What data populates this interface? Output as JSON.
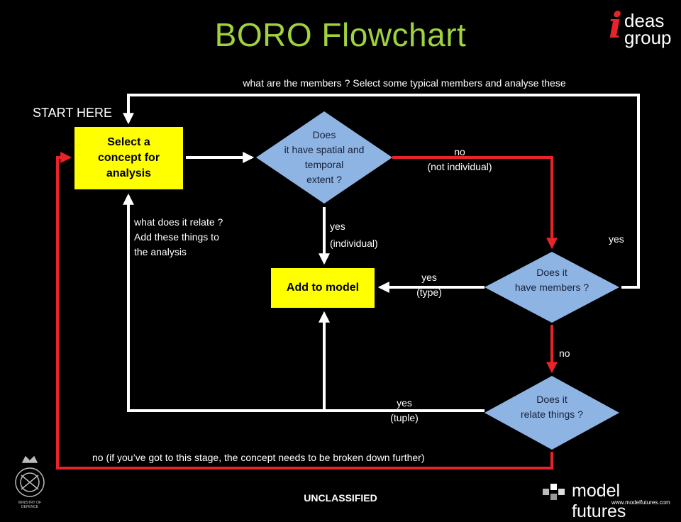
{
  "title": "BORO Flowchart",
  "start_label": "START HERE",
  "nodes": {
    "select_concept": "Select a concept for analysis",
    "add_to_model": "Add to model",
    "spatial_question": [
      "Does",
      "it have spatial and",
      "temporal",
      "extent ?"
    ],
    "members_question": [
      "Does it",
      "have members ?"
    ],
    "relate_question": [
      "Does it",
      "relate things ?"
    ]
  },
  "edges": {
    "members_loop": "what are the members ? Select some typical members and analyse these",
    "relate_loop": [
      "what does it relate ?",
      "Add these things to",
      "the analysis"
    ],
    "no_not_individual": [
      "no",
      "(not individual)"
    ],
    "yes_individual": [
      "yes",
      "(individual)"
    ],
    "yes_members_loop": "yes",
    "yes_type": [
      "yes",
      "(type)"
    ],
    "no_members": "no",
    "yes_tuple": [
      "yes",
      "(tuple)"
    ],
    "no_breakdown": "no (if you’ve got to this stage, the concept needs to be broken down further)"
  },
  "footer": {
    "classification": "UNCLASSIFIED",
    "model_futures_name": "model futures",
    "model_futures_url": "www.modelfutures.com",
    "mod_text": "MINISTRY OF DEFENCE",
    "ideas_i": "i",
    "ideas_word1": "deas",
    "ideas_word2": "group"
  },
  "colors": {
    "title": "#9fd23d",
    "box_fill": "#ffff00",
    "diamond_fill": "#8eb4e3",
    "white_arrow": "#ffffff",
    "red_arrow": "#e8232a",
    "logo_red": "#e8232a"
  }
}
